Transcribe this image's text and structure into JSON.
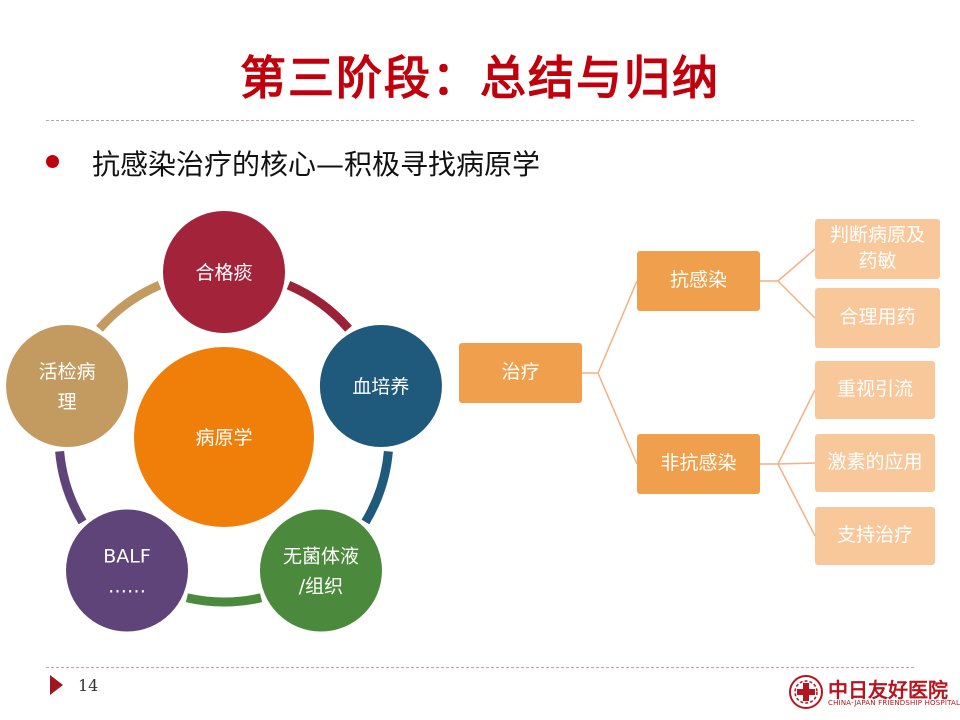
{
  "title": "第三阶段：总结与归纳",
  "bullet": "抗感染治疗的核心—积极寻找病原学",
  "cycle": {
    "center": {
      "label": "病原学",
      "color": "#f07f09"
    },
    "nodes": [
      {
        "lines": [
          "合格痰"
        ],
        "color": "#a3233a",
        "arc_color": "#9b2236"
      },
      {
        "lines": [
          "血培养"
        ],
        "color": "#1f5a7d",
        "arc_color": "#1f5a7d"
      },
      {
        "lines": [
          "无菌体液",
          "/组织"
        ],
        "color": "#4b8a3c",
        "arc_color": "#4b8a3c"
      },
      {
        "lines": [
          "BALF",
          "……"
        ],
        "color": "#5e4479",
        "arc_color": "#5e4479"
      },
      {
        "lines": [
          "活检病",
          "理"
        ],
        "color": "#c39b61",
        "arc_color": "#c39b61"
      }
    ]
  },
  "tree": {
    "root": "治疗",
    "branches": [
      {
        "label": "抗感染",
        "children": [
          "判断病原及药敏",
          "合理用药"
        ]
      },
      {
        "label": "非抗感染",
        "children": [
          "重视引流",
          "激素的应用",
          "支持治疗"
        ]
      }
    ]
  },
  "line_color": "#f4b183",
  "footer": {
    "page": "14",
    "logo_cn": "中日友好医院",
    "logo_en": "CHINA-JAPAN FRIENDSHIP HOSPITAL"
  }
}
